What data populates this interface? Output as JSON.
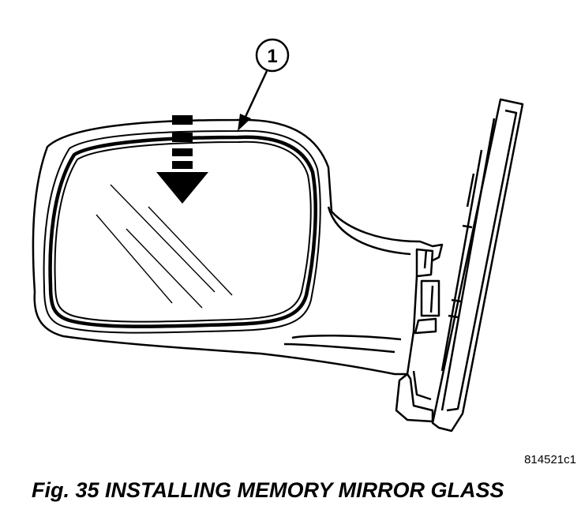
{
  "callout": {
    "number": "1"
  },
  "figure_code": "814521c1",
  "caption": "Fig. 35 INSTALLING MEMORY MIRROR GLASS"
}
